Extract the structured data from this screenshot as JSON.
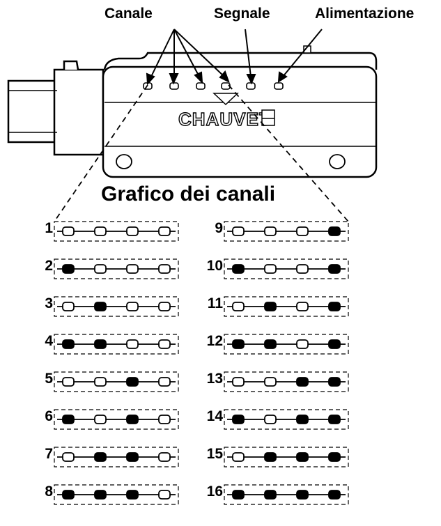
{
  "labels": {
    "channel": "Canale",
    "signal": "Segnale",
    "power": "Alimentazione",
    "chart_title": "Grafico dei canali"
  },
  "brand": "CHAUVET",
  "channel_chart": {
    "leds_per_row": 4,
    "rows": [
      {
        "number": "1",
        "leds": [
          0,
          0,
          0,
          0
        ]
      },
      {
        "number": "2",
        "leds": [
          1,
          0,
          0,
          0
        ]
      },
      {
        "number": "3",
        "leds": [
          0,
          1,
          0,
          0
        ]
      },
      {
        "number": "4",
        "leds": [
          1,
          1,
          0,
          0
        ]
      },
      {
        "number": "5",
        "leds": [
          0,
          0,
          1,
          0
        ]
      },
      {
        "number": "6",
        "leds": [
          1,
          0,
          1,
          0
        ]
      },
      {
        "number": "7",
        "leds": [
          0,
          1,
          1,
          0
        ]
      },
      {
        "number": "8",
        "leds": [
          1,
          1,
          1,
          0
        ]
      },
      {
        "number": "9",
        "leds": [
          0,
          0,
          0,
          1
        ]
      },
      {
        "number": "10",
        "leds": [
          1,
          0,
          0,
          1
        ]
      },
      {
        "number": "11",
        "leds": [
          0,
          1,
          0,
          1
        ]
      },
      {
        "number": "12",
        "leds": [
          1,
          1,
          0,
          1
        ]
      },
      {
        "number": "13",
        "leds": [
          0,
          0,
          1,
          1
        ]
      },
      {
        "number": "14",
        "leds": [
          1,
          0,
          1,
          1
        ]
      },
      {
        "number": "15",
        "leds": [
          0,
          1,
          1,
          1
        ]
      },
      {
        "number": "16",
        "leds": [
          1,
          1,
          1,
          1
        ]
      }
    ]
  },
  "colors": {
    "line": "#000000",
    "led_on": "#000000",
    "led_off": "#ffffff",
    "background": "#ffffff"
  }
}
